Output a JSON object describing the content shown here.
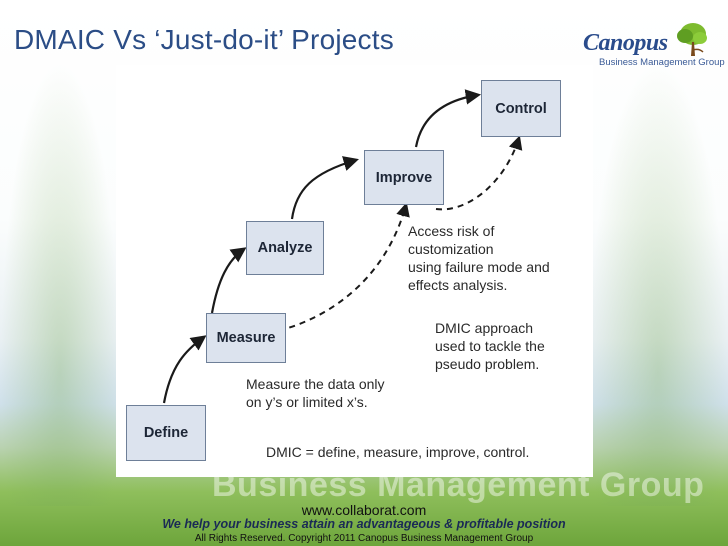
{
  "slide": {
    "title": "DMAIC Vs ‘Just-do-it’ Projects"
  },
  "logo": {
    "name": "Canopus",
    "subtitle": "Business Management Group"
  },
  "diagram": {
    "steps": [
      {
        "id": "define",
        "label": "Define"
      },
      {
        "id": "measure",
        "label": "Measure"
      },
      {
        "id": "analyze",
        "label": "Analyze"
      },
      {
        "id": "improve",
        "label": "Improve"
      },
      {
        "id": "control",
        "label": "Control"
      }
    ],
    "notes": {
      "measure_data": "Measure the data only\non y’s or limited x’s.",
      "access_risk": "Access risk of\ncustomization\nusing failure mode and\neffects analysis.",
      "dmic_approach": "DMIC approach\nused to tackle the\npseudo problem.",
      "dmic_definition": "DMIC = define, measure, improve, control."
    }
  },
  "footer": {
    "watermark": "Business Management Group",
    "url": "www.collaborat.com",
    "tagline": "We help your business attain an advantageous & profitable position",
    "copyright": "All Rights Reserved. Copyright 2011 Canopus Business Management Group"
  }
}
